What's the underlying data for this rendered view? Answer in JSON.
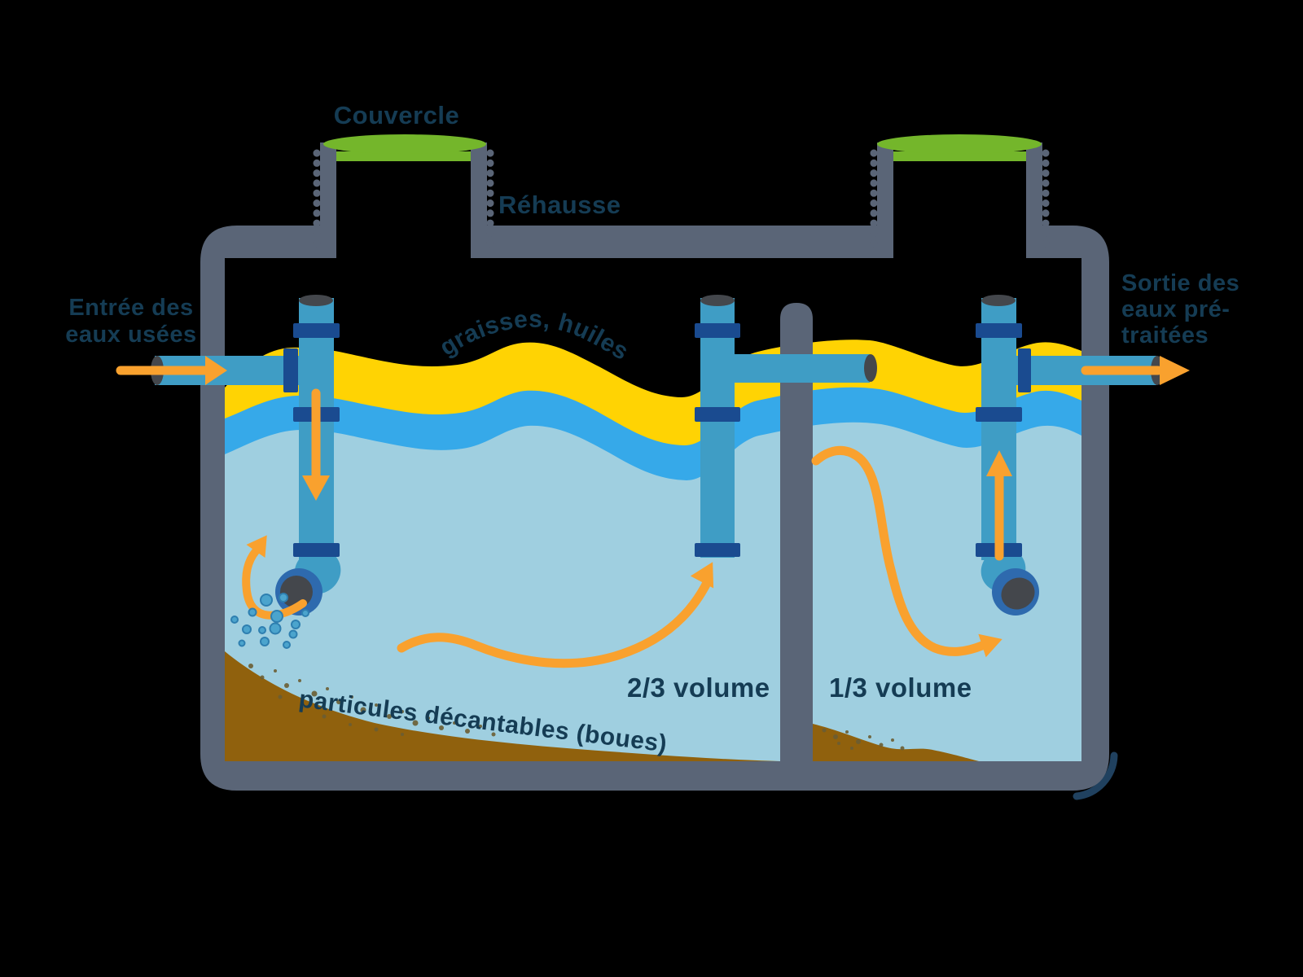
{
  "labels": {
    "couvercle": "Couvercle",
    "rehausse": "Réhausse",
    "entree_line1": "Entrée des",
    "entree_line2": "eaux usées",
    "sortie_line1": "Sortie des",
    "sortie_line2": "eaux pré-",
    "sortie_line3": "traitées",
    "graisses": "graisses, huiles",
    "particules": "particules décantables (boues)",
    "volume_chambre1": "2/3 volume",
    "volume_chambre2": "1/3 volume"
  },
  "colors": {
    "background": "#000000",
    "tank": "#5A6577",
    "lid_green": "#74B62B",
    "grease_yellow": "#FFD303",
    "surface_blue": "#36A9E9",
    "water": "#9FCFE0",
    "pipe": "#3F9DC5",
    "pipe_collar": "#1A4B90",
    "elbow_ring": "#2E6AAE",
    "pipe_opening": "#44474C",
    "arrow_orange": "#F9A12E",
    "sludge_brown": "#90610D",
    "text": "#153C54"
  }
}
